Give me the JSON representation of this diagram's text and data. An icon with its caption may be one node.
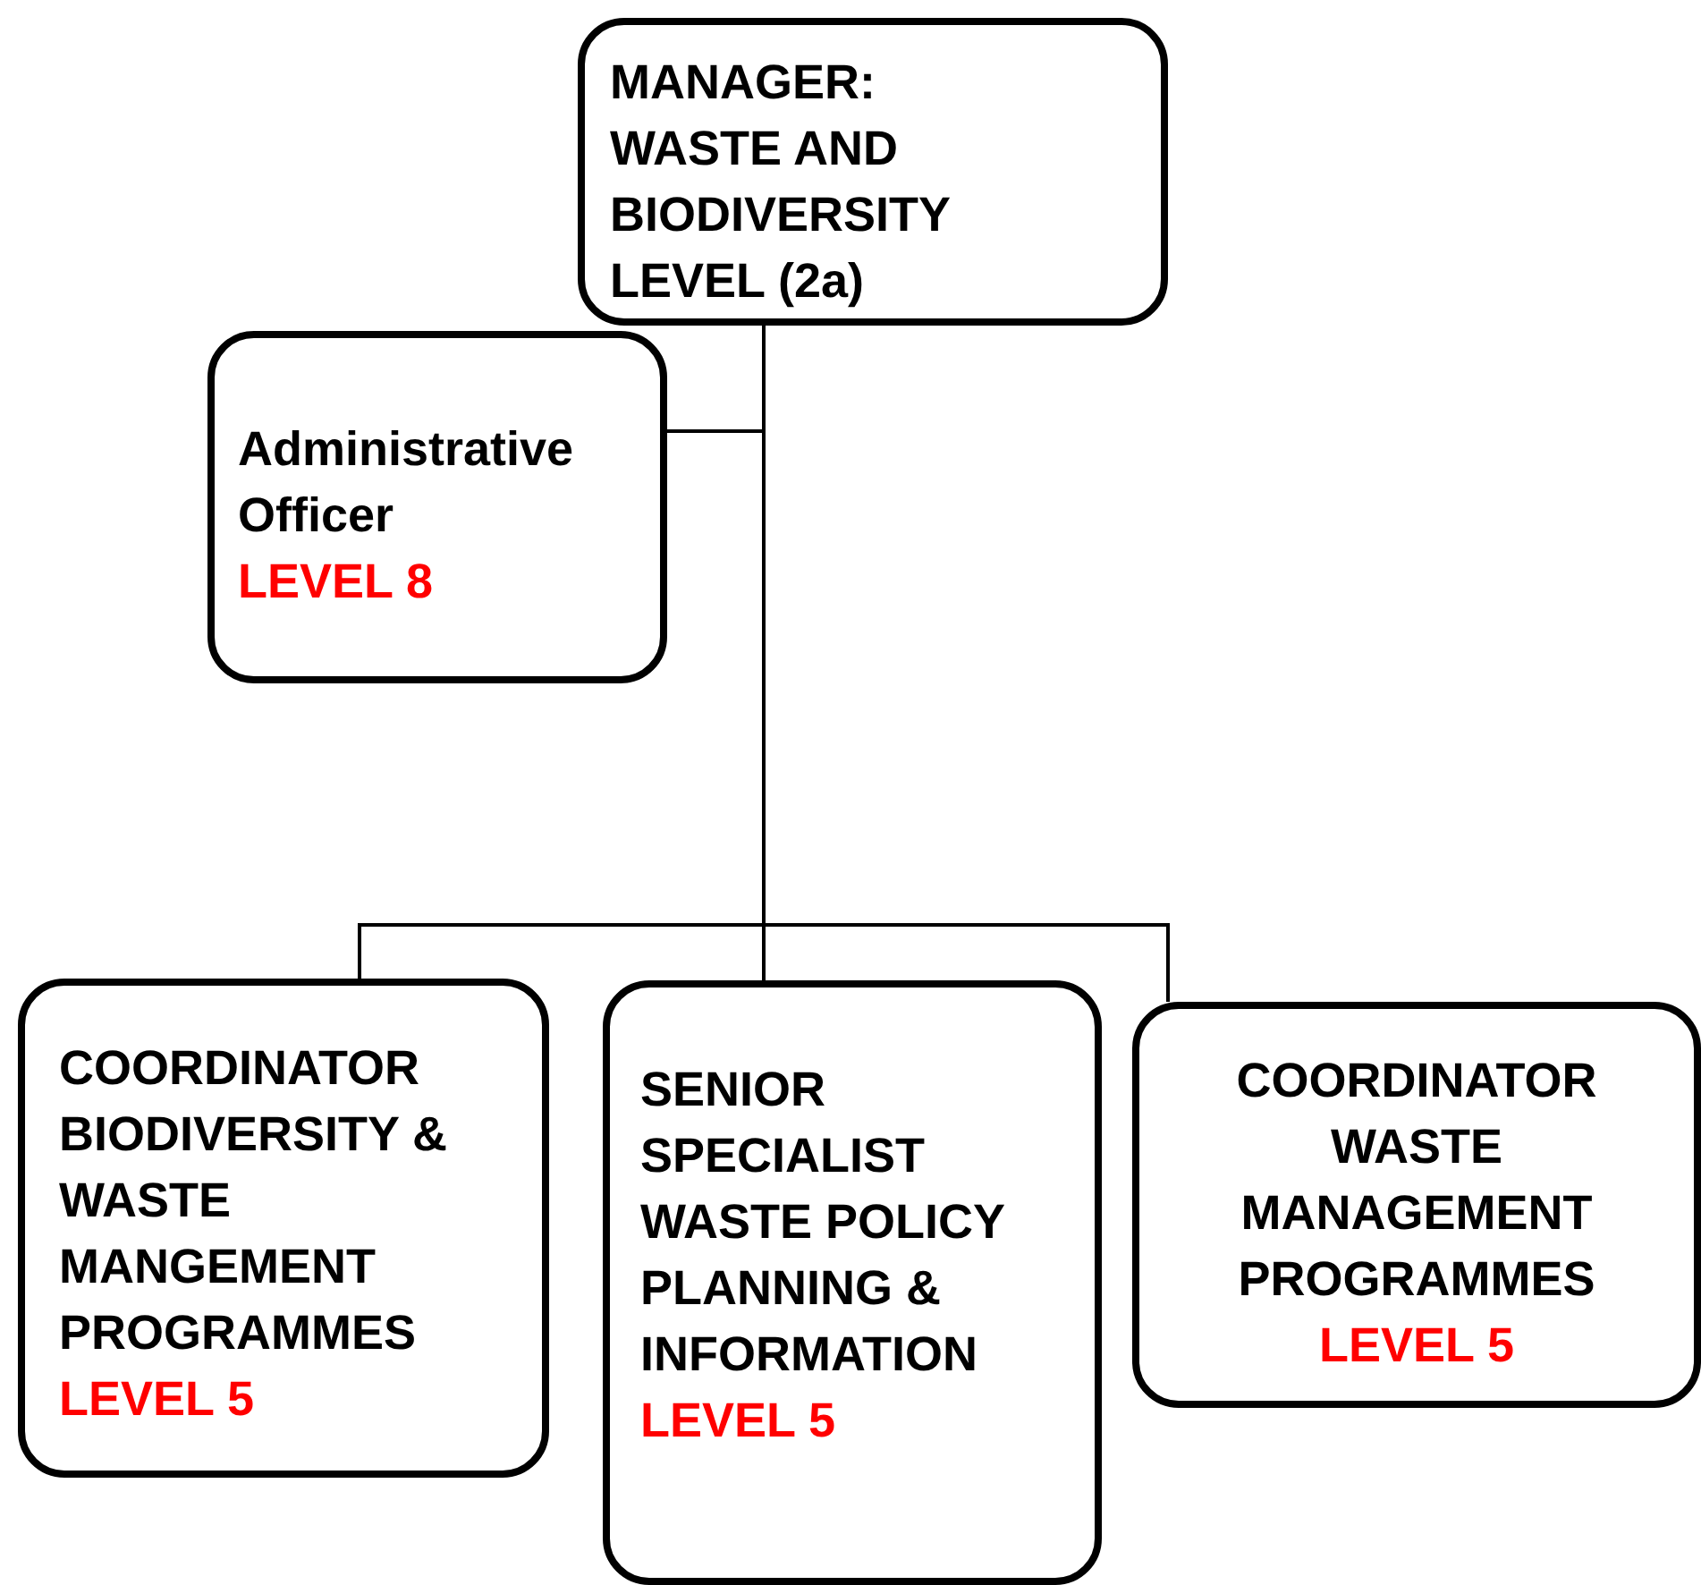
{
  "diagram": {
    "nodes": [
      {
        "text": [
          "MANAGER: WASTE AND BIODIVERSITY LEVEL (2a)"
        ]
      },
      {
        "text": [
          "Administrative Officer",
          "LEVEL 8"
        ]
      },
      {
        "text": [
          "COORDINATOR BIODIVERSITY & WASTE MANGEMENT PROGRAMMES",
          "LEVEL 5"
        ]
      },
      {
        "text": [
          "SENIOR SPECIALIST WASTE POLICY PLANNING & INFORMATION",
          "LEVEL 5"
        ]
      },
      {
        "text": [
          "COORDINATOR WASTE MANAGEMENT PROGRAMMES",
          "LEVEL 5"
        ]
      }
    ],
    "edges": [
      {
        "from": 0,
        "to": 1,
        "arrow": "none"
      },
      {
        "from": 0,
        "to": 2,
        "arrow": "none"
      },
      {
        "from": 0,
        "to": 3,
        "arrow": "none"
      },
      {
        "from": 0,
        "to": 4,
        "arrow": "none"
      }
    ]
  }
}
